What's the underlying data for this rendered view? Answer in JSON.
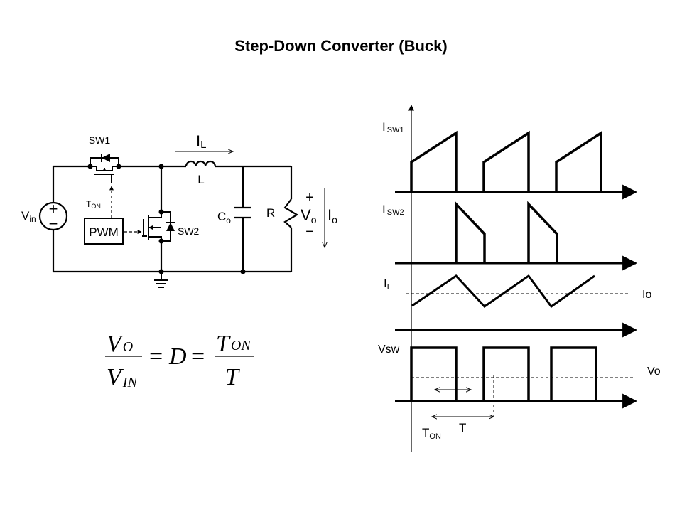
{
  "slide": {
    "title": "Step-Down Converter (Buck)"
  },
  "circuit": {
    "source_label": "V",
    "source_label_sub": "in",
    "source_plus": "+",
    "source_minus": "−",
    "sw1_label": "SW1",
    "sw2_label": "SW2",
    "ton_label": "T",
    "ton_label_sub": "ON",
    "pwm_label": "PWM",
    "inductor_current_label": "I",
    "inductor_current_sub": "L",
    "inductor_label": "L",
    "capacitor_label": "C",
    "capacitor_label_sub": "o",
    "resistor_label": "R",
    "output_voltage_label": "V",
    "output_voltage_sub": "o",
    "output_plus": "+",
    "output_minus": "−",
    "output_current_label": "I",
    "output_current_sub": "o"
  },
  "equation": {
    "numerator_left": "V",
    "numerator_left_sub": "O",
    "denominator_left": "V",
    "denominator_left_sub": "IN",
    "equals1": "=",
    "middle": "D",
    "equals2": "=",
    "numerator_right": "T",
    "numerator_right_sub": "ON",
    "denominator_right": "T"
  },
  "waveforms": {
    "isw1_label": "I",
    "isw1_sub": "SW1",
    "isw2_label": "I",
    "isw2_sub": "SW2",
    "il_label": "I",
    "il_sub": "L",
    "io_label": "Io",
    "vsw_label": "Vsw",
    "vo_label": "Vo",
    "period_label": "T",
    "ton_label": "T",
    "ton_sub": "ON",
    "duty_cycle_approx": 0.62,
    "periods_shown": 3
  }
}
